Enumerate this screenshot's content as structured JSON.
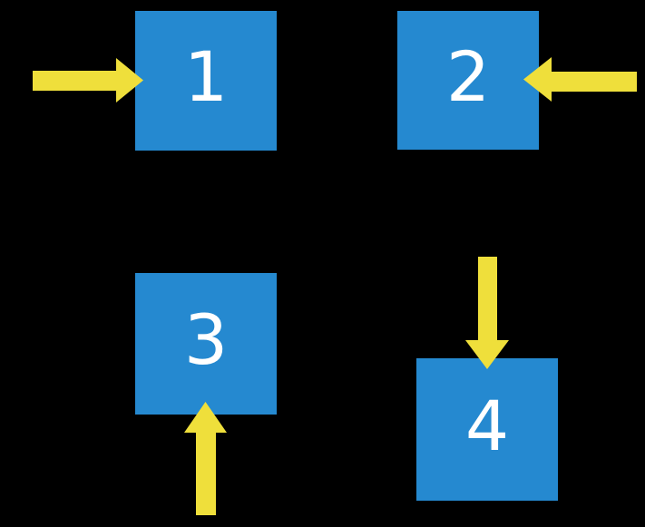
{
  "diagram": {
    "description": "Four blue numbered squares on a black background, each with a yellow arrow pointing into it from a different side",
    "squares": [
      {
        "label": "1",
        "arrow_enters_from": "left",
        "arrow_icon": "arrow-right-icon"
      },
      {
        "label": "2",
        "arrow_enters_from": "right",
        "arrow_icon": "arrow-left-icon"
      },
      {
        "label": "3",
        "arrow_enters_from": "bottom",
        "arrow_icon": "arrow-up-icon"
      },
      {
        "label": "4",
        "arrow_enters_from": "top",
        "arrow_icon": "arrow-down-icon"
      }
    ],
    "colors": {
      "background": "#000000",
      "square": "#2589d0",
      "arrow": "#efdf3b",
      "label": "#ffffff"
    }
  }
}
